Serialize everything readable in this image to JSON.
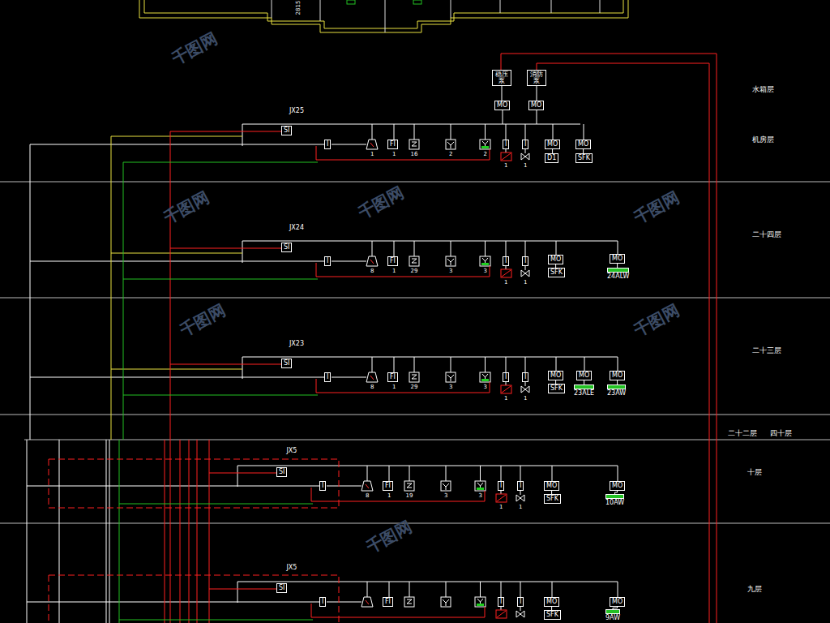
{
  "diagram": {
    "nodes": [
      {
        "text": [
          "稳压泵"
        ]
      },
      {
        "text": [
          "消防泵"
        ]
      },
      {
        "text": [
          "MO"
        ]
      },
      {
        "text": [
          "MO"
        ]
      },
      {
        "text": [
          "SI"
        ]
      },
      {
        "text": [
          "I"
        ]
      },
      {
        "text": [
          "FI"
        ]
      },
      {
        "text": [
          "I"
        ]
      },
      {
        "text": [
          "I"
        ]
      },
      {
        "text": [
          "MO"
        ]
      },
      {
        "text": [
          "D1"
        ]
      },
      {
        "text": [
          "MO"
        ]
      },
      {
        "text": [
          "SFK"
        ]
      },
      {
        "text": [
          "SI"
        ]
      },
      {
        "text": [
          "I"
        ]
      },
      {
        "text": [
          "FI"
        ]
      },
      {
        "text": [
          "I"
        ]
      },
      {
        "text": [
          "I"
        ]
      },
      {
        "text": [
          "MO"
        ]
      },
      {
        "text": [
          "SFK"
        ]
      },
      {
        "text": [
          "MO"
        ]
      },
      {
        "text": [
          "24ALW"
        ]
      },
      {
        "text": [
          "SI"
        ]
      },
      {
        "text": [
          "I"
        ]
      },
      {
        "text": [
          "FI"
        ]
      },
      {
        "text": [
          "I"
        ]
      },
      {
        "text": [
          "I"
        ]
      },
      {
        "text": [
          "MO"
        ]
      },
      {
        "text": [
          "SFK"
        ]
      },
      {
        "text": [
          "MO"
        ]
      },
      {
        "text": [
          "23ALE"
        ]
      },
      {
        "text": [
          "MO"
        ]
      },
      {
        "text": [
          "23AW"
        ]
      },
      {
        "text": [
          "SI"
        ]
      },
      {
        "text": [
          "I"
        ]
      },
      {
        "text": [
          "FI"
        ]
      },
      {
        "text": [
          "I"
        ]
      },
      {
        "text": [
          "I"
        ]
      },
      {
        "text": [
          "MO"
        ]
      },
      {
        "text": [
          "SFK"
        ]
      },
      {
        "text": [
          "MO"
        ]
      },
      {
        "text": [
          "10AW"
        ]
      },
      {
        "text": [
          "SI"
        ]
      },
      {
        "text": [
          "I"
        ]
      },
      {
        "text": [
          "FI"
        ]
      },
      {
        "text": [
          "I"
        ]
      },
      {
        "text": [
          "I"
        ]
      },
      {
        "text": [
          "MO"
        ]
      },
      {
        "text": [
          "SFK"
        ]
      },
      {
        "text": [
          "MO"
        ]
      },
      {
        "text": [
          "9AW"
        ]
      }
    ],
    "edges": [
      {
        "from": 0,
        "to": 2,
        "arrow": "none"
      },
      {
        "from": 1,
        "to": 3,
        "arrow": "none"
      },
      {
        "from": 9,
        "to": 10,
        "arrow": "none"
      },
      {
        "from": 11,
        "to": 12,
        "arrow": "none"
      },
      {
        "from": 18,
        "to": 19,
        "arrow": "none"
      },
      {
        "from": 20,
        "to": 21,
        "arrow": "none"
      },
      {
        "from": 27,
        "to": 28,
        "arrow": "none"
      },
      {
        "from": 29,
        "to": 30,
        "arrow": "none"
      },
      {
        "from": 31,
        "to": 32,
        "arrow": "none"
      },
      {
        "from": 38,
        "to": 39,
        "arrow": "none"
      },
      {
        "from": 40,
        "to": 41,
        "arrow": "none"
      },
      {
        "from": 47,
        "to": 48,
        "arrow": "none"
      },
      {
        "from": 49,
        "to": 50,
        "arrow": "none"
      }
    ],
    "labels": [
      "2815",
      "水箱层",
      "机房层",
      "二十四层",
      "二十三层",
      "二十二层",
      "四十层",
      "十层",
      "九层",
      "JX25",
      "JX24",
      "JX23",
      "JX5",
      "JX5",
      "1",
      "1",
      "16",
      "2",
      "2",
      "1",
      "1",
      "8",
      "1",
      "29",
      "3",
      "3",
      "1",
      "1",
      "8",
      "1",
      "29",
      "3",
      "3",
      "1",
      "1",
      "8",
      "1",
      "19",
      "3",
      "3",
      "1",
      "1",
      "千图网",
      "千图网",
      "千图网",
      "千图网",
      "千图网",
      "千图网",
      "千图网"
    ]
  }
}
